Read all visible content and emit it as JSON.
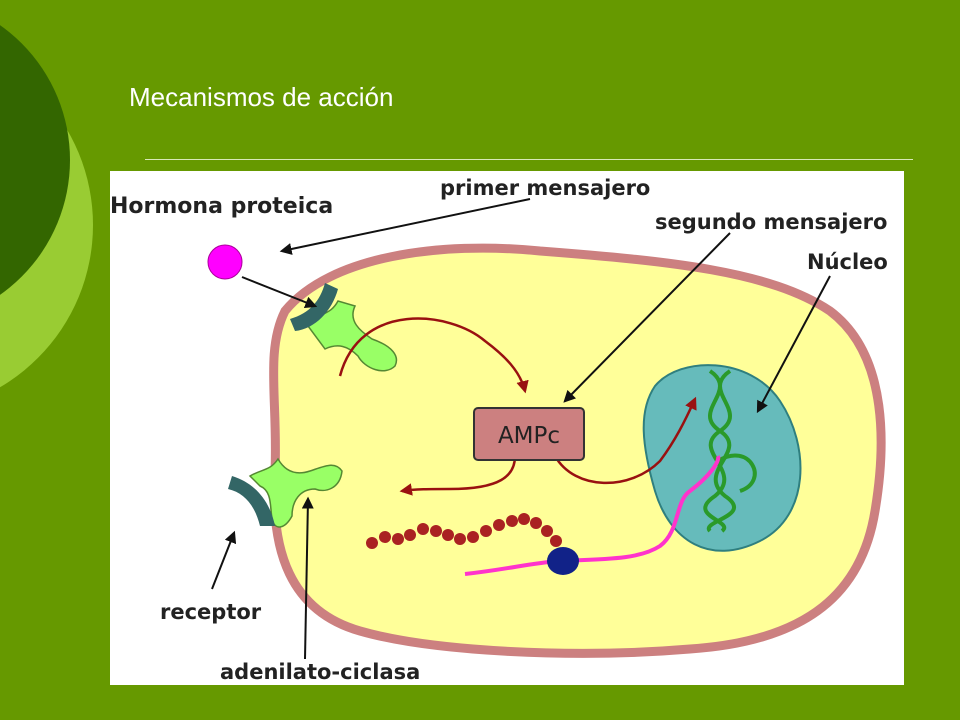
{
  "slide": {
    "title": "Mecanismos de acción"
  },
  "diagram": {
    "labels": {
      "hormone": "Hormona proteica",
      "first_messenger": "primer mensajero",
      "second_messenger": "segundo mensajero",
      "nucleus": "Núcleo",
      "camp": "AMPc",
      "receptor": "receptor",
      "adenylate_cyclase": "adenilato-ciclasa"
    },
    "colors": {
      "background": "#669900",
      "cytoplasm": "#ffff99",
      "membrane": "#cc8080",
      "nucleus": "#66bbbb",
      "receptor": "#99ff66",
      "cyclase": "#336666",
      "hormone": "#ff00ff",
      "arrow": "#991111"
    }
  }
}
